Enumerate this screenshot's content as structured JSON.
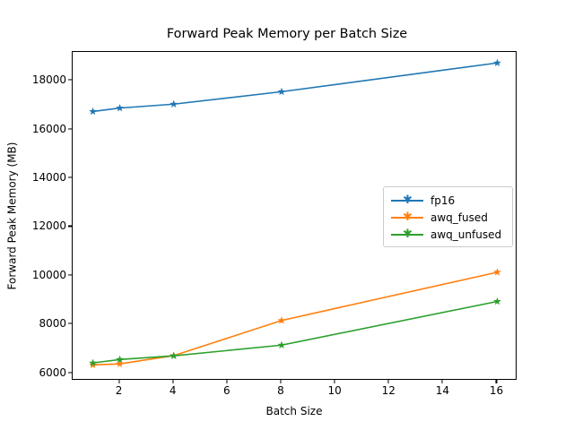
{
  "chart_data": {
    "type": "line",
    "title": "Forward Peak Memory per Batch Size",
    "xlabel": "Batch Size",
    "ylabel": "Forward Peak Memory (MB)",
    "x": [
      1,
      2,
      4,
      8,
      16
    ],
    "xlim": [
      0.25,
      16.75
    ],
    "ylim": [
      5700,
      19180
    ],
    "xticks": [
      2,
      4,
      6,
      8,
      10,
      12,
      14,
      16
    ],
    "xtick_labels": [
      "2",
      "4",
      "6",
      "8",
      "10",
      "12",
      "14",
      "16"
    ],
    "yticks": [
      6000,
      8000,
      10000,
      12000,
      14000,
      16000,
      18000
    ],
    "ytick_labels": [
      "6000",
      "8000",
      "10000",
      "12000",
      "14000",
      "16000",
      "18000"
    ],
    "grid": false,
    "legend_position": "center right",
    "marker": "star",
    "series": [
      {
        "name": "fp16",
        "color": "#1f77b4",
        "values": [
          16740,
          16880,
          17040,
          17550,
          18730
        ]
      },
      {
        "name": "awq_fused",
        "color": "#ff7f0e",
        "values": [
          6350,
          6390,
          6730,
          8170,
          10150
        ]
      },
      {
        "name": "awq_unfused",
        "color": "#2ca02c",
        "values": [
          6430,
          6570,
          6720,
          7160,
          8950
        ]
      }
    ]
  },
  "legend": {
    "entries": [
      {
        "label": "fp16"
      },
      {
        "label": "awq_fused"
      },
      {
        "label": "awq_unfused"
      }
    ]
  }
}
